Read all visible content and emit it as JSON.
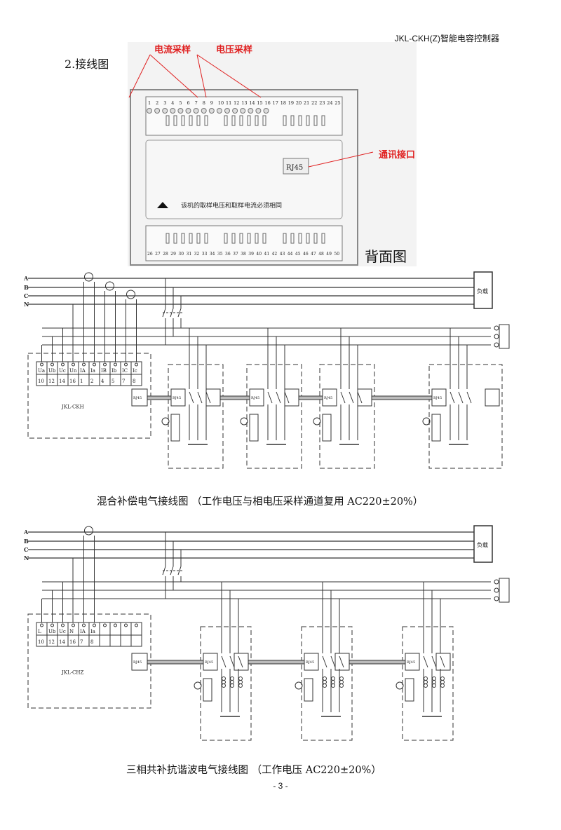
{
  "header": {
    "doc_title": "JKL-CKH(Z)智能电容控制器"
  },
  "section_title": "2.接线图",
  "rear_view": {
    "label_current": "电流采样",
    "label_voltage": "电压采样",
    "label_comm": "通讯接口",
    "rj45": "RJ45",
    "warning": "该机的取样电压和取样电流必须相同",
    "view_name": "背面图",
    "top_terminals": [
      "1",
      "2",
      "3",
      "4",
      "5",
      "6",
      "7",
      "8",
      "9",
      "10",
      "11",
      "12",
      "13",
      "14",
      "15",
      "16",
      "17",
      "18",
      "19",
      "20",
      "21",
      "22",
      "23",
      "24",
      "25"
    ],
    "bottom_terminals": [
      "26",
      "27",
      "28",
      "29",
      "30",
      "31",
      "32",
      "33",
      "34",
      "35",
      "36",
      "37",
      "38",
      "39",
      "40",
      "41",
      "42",
      "43",
      "44",
      "45",
      "46",
      "47",
      "48",
      "49",
      "50"
    ],
    "accent": "#e02020"
  },
  "diagram1": {
    "bus": [
      "A",
      "B",
      "C",
      "N"
    ],
    "load": "负载",
    "controller": "JKL-CKH",
    "terminals_top": [
      "Ua",
      "Ub",
      "Uc",
      "Un",
      "IA",
      "Ia",
      "IB",
      "Ib",
      "IC",
      "Ic"
    ],
    "terminals_bottom": [
      "10",
      "12",
      "14",
      "16",
      "1",
      "2",
      "4",
      "5",
      "7",
      "8"
    ],
    "rj45": "RJ45",
    "caption": "混合补偿电气接线图 （工作电压与相电压采样通道复用 AC220±20%）"
  },
  "diagram2": {
    "bus": [
      "A",
      "B",
      "C",
      "N"
    ],
    "load": "负载",
    "controller": "JKL-CHZ",
    "terminals_top": [
      "L",
      "Ub",
      "Uc",
      "N",
      "IA",
      "Ia",
      "",
      "",
      "",
      ""
    ],
    "terminals_bottom": [
      "10",
      "12",
      "14",
      "16",
      "7",
      "8",
      "",
      "",
      "",
      ""
    ],
    "rj45": "RJ45",
    "caption": "三相共补抗谐波电气接线图 （工作电压 AC220±20%）"
  },
  "page_number": "- 3 -"
}
